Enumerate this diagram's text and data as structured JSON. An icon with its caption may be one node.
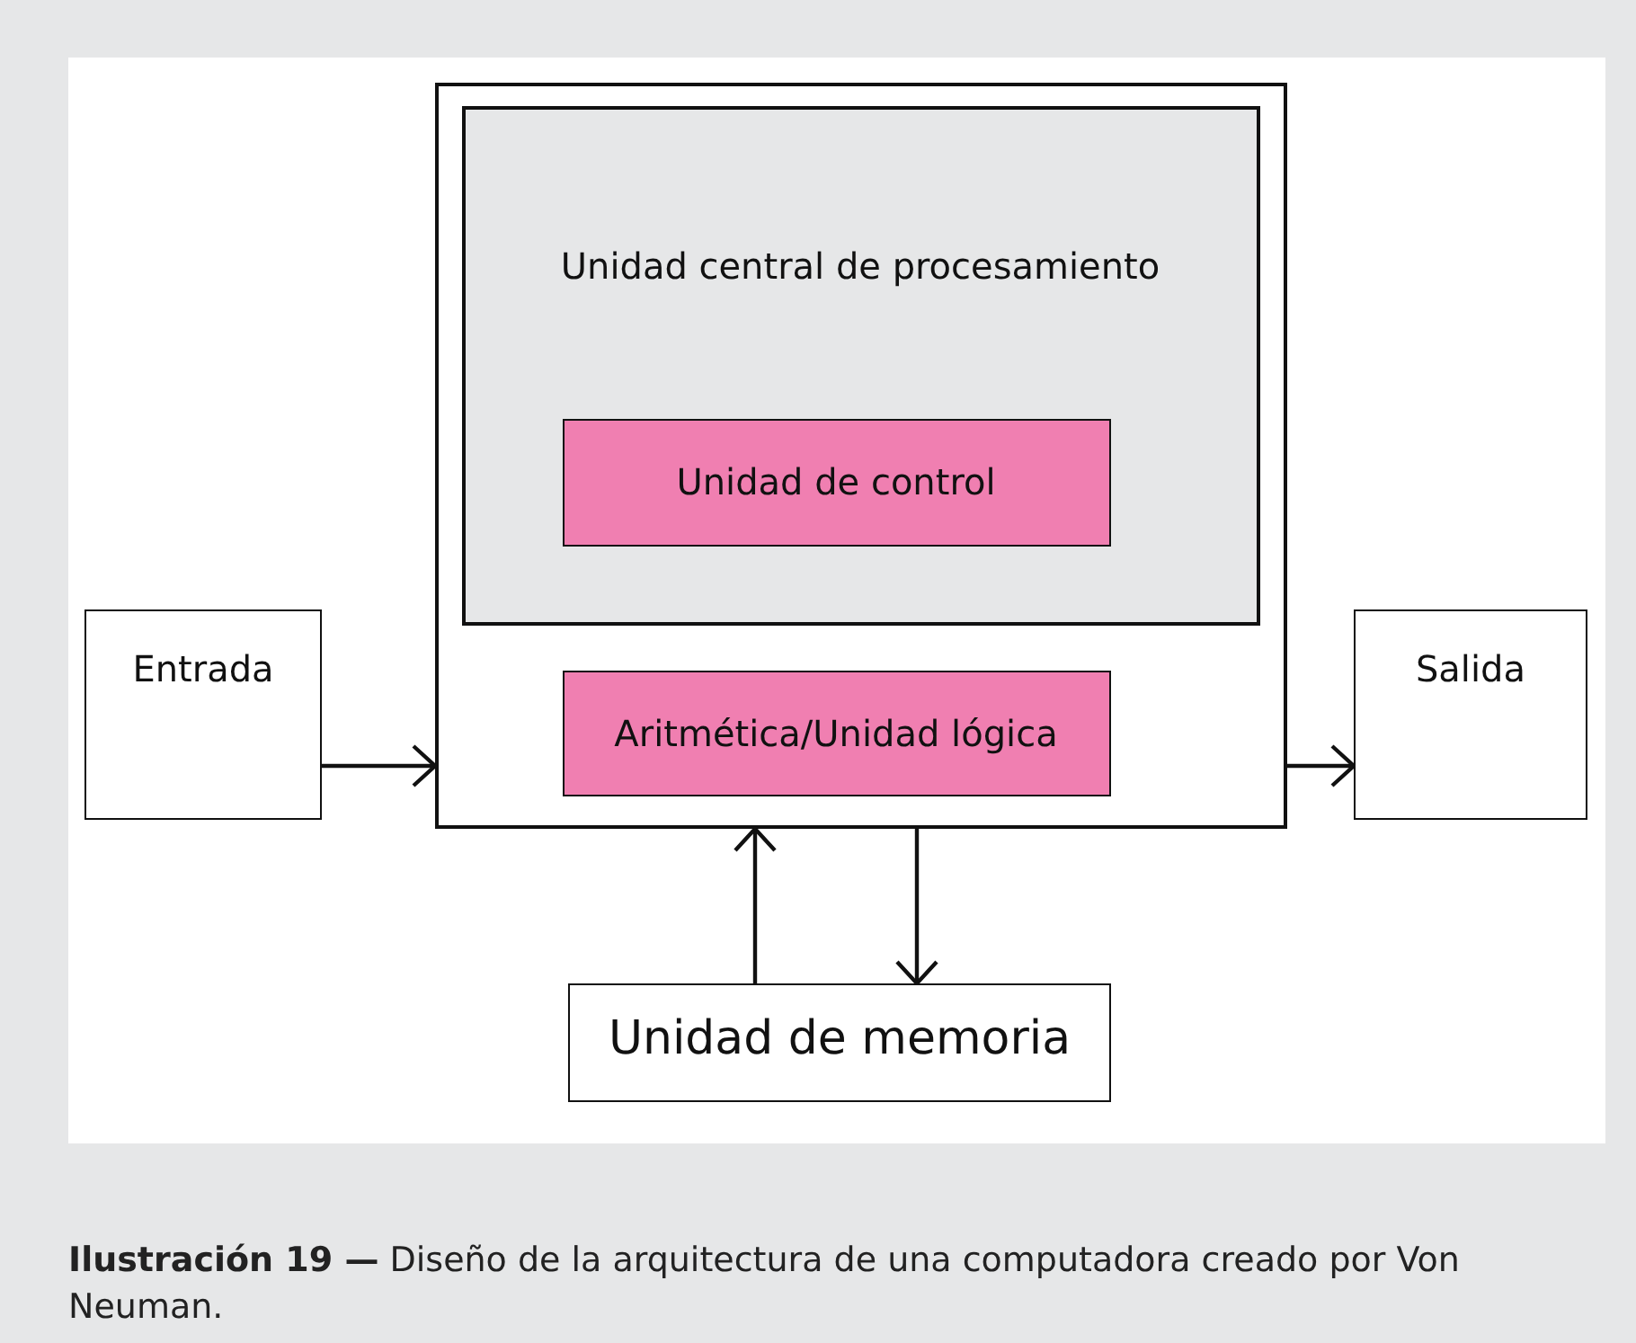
{
  "diagram": {
    "caption": "**Ilustración 19 —** Diseño de la arquitectura de una computadora creado por Von Neuman.",
    "nodes": [
      {
        "text": [],
        "shape": "box"
      },
      {
        "text": [
          "Unidad central de procesamiento"
        ],
        "in": 0
      },
      {
        "text": [
          "Unidad de control"
        ],
        "in": 1
      },
      {
        "text": [
          "Aritmética/Unidad lógica"
        ],
        "in": 0
      },
      {
        "text": [
          "Entrada"
        ]
      },
      {
        "text": [
          "Salida"
        ]
      },
      {
        "text": [
          "Unidad de memoria"
        ]
      }
    ],
    "edges": [
      {
        "from": 4,
        "to": 0,
        "arrow": "to"
      },
      {
        "from": 0,
        "to": 5,
        "arrow": "to"
      },
      {
        "from": 6,
        "to": 0,
        "arrow": "to"
      },
      {
        "from": 0,
        "to": 6,
        "arrow": "to"
      }
    ]
  }
}
